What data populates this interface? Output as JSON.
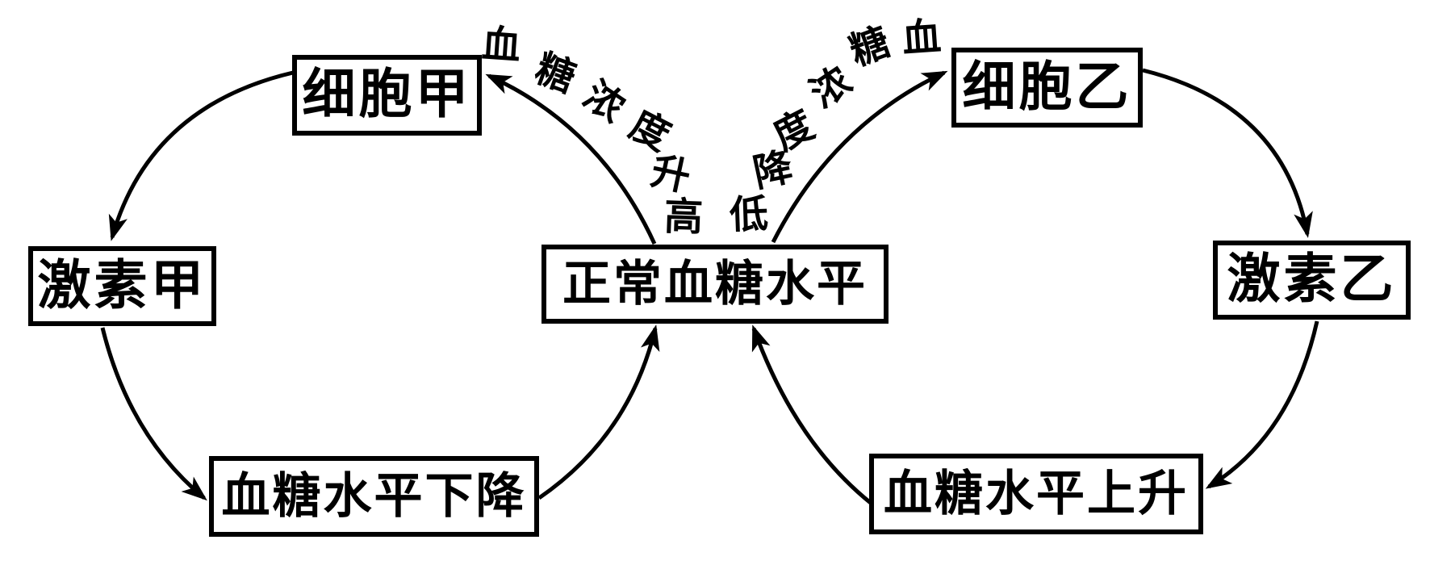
{
  "diagram": {
    "nodes": {
      "center": "正常血糖水平",
      "cell_a": "细胞甲",
      "hormone_a": "激素甲",
      "glucose_down": "血糖水平下降",
      "cell_b": "细胞乙",
      "hormone_b": "激素乙",
      "glucose_up": "血糖水平上升"
    },
    "arc_labels": {
      "left": {
        "text": "血糖浓度升高",
        "chars": [
          "血",
          "糖",
          "浓",
          "度",
          "升",
          "高"
        ]
      },
      "right": {
        "text": "血糖浓度降低",
        "chars": [
          "血",
          "糖",
          "浓",
          "度",
          "降",
          "低"
        ]
      }
    },
    "arrows": [
      {
        "from": "正常血糖水平",
        "to": "细胞甲",
        "label": "血糖浓度升高"
      },
      {
        "from": "细胞甲",
        "to": "激素甲",
        "label": ""
      },
      {
        "from": "激素甲",
        "to": "血糖水平下降",
        "label": ""
      },
      {
        "from": "血糖水平下降",
        "to": "正常血糖水平",
        "label": ""
      },
      {
        "from": "正常血糖水平",
        "to": "细胞乙",
        "label": "血糖浓度降低"
      },
      {
        "from": "细胞乙",
        "to": "激素乙",
        "label": ""
      },
      {
        "from": "激素乙",
        "to": "血糖水平上升",
        "label": ""
      },
      {
        "from": "血糖水平上升",
        "to": "正常血糖水平",
        "label": ""
      }
    ],
    "colors": {
      "ink": "#000000",
      "background": "#ffffff"
    }
  }
}
